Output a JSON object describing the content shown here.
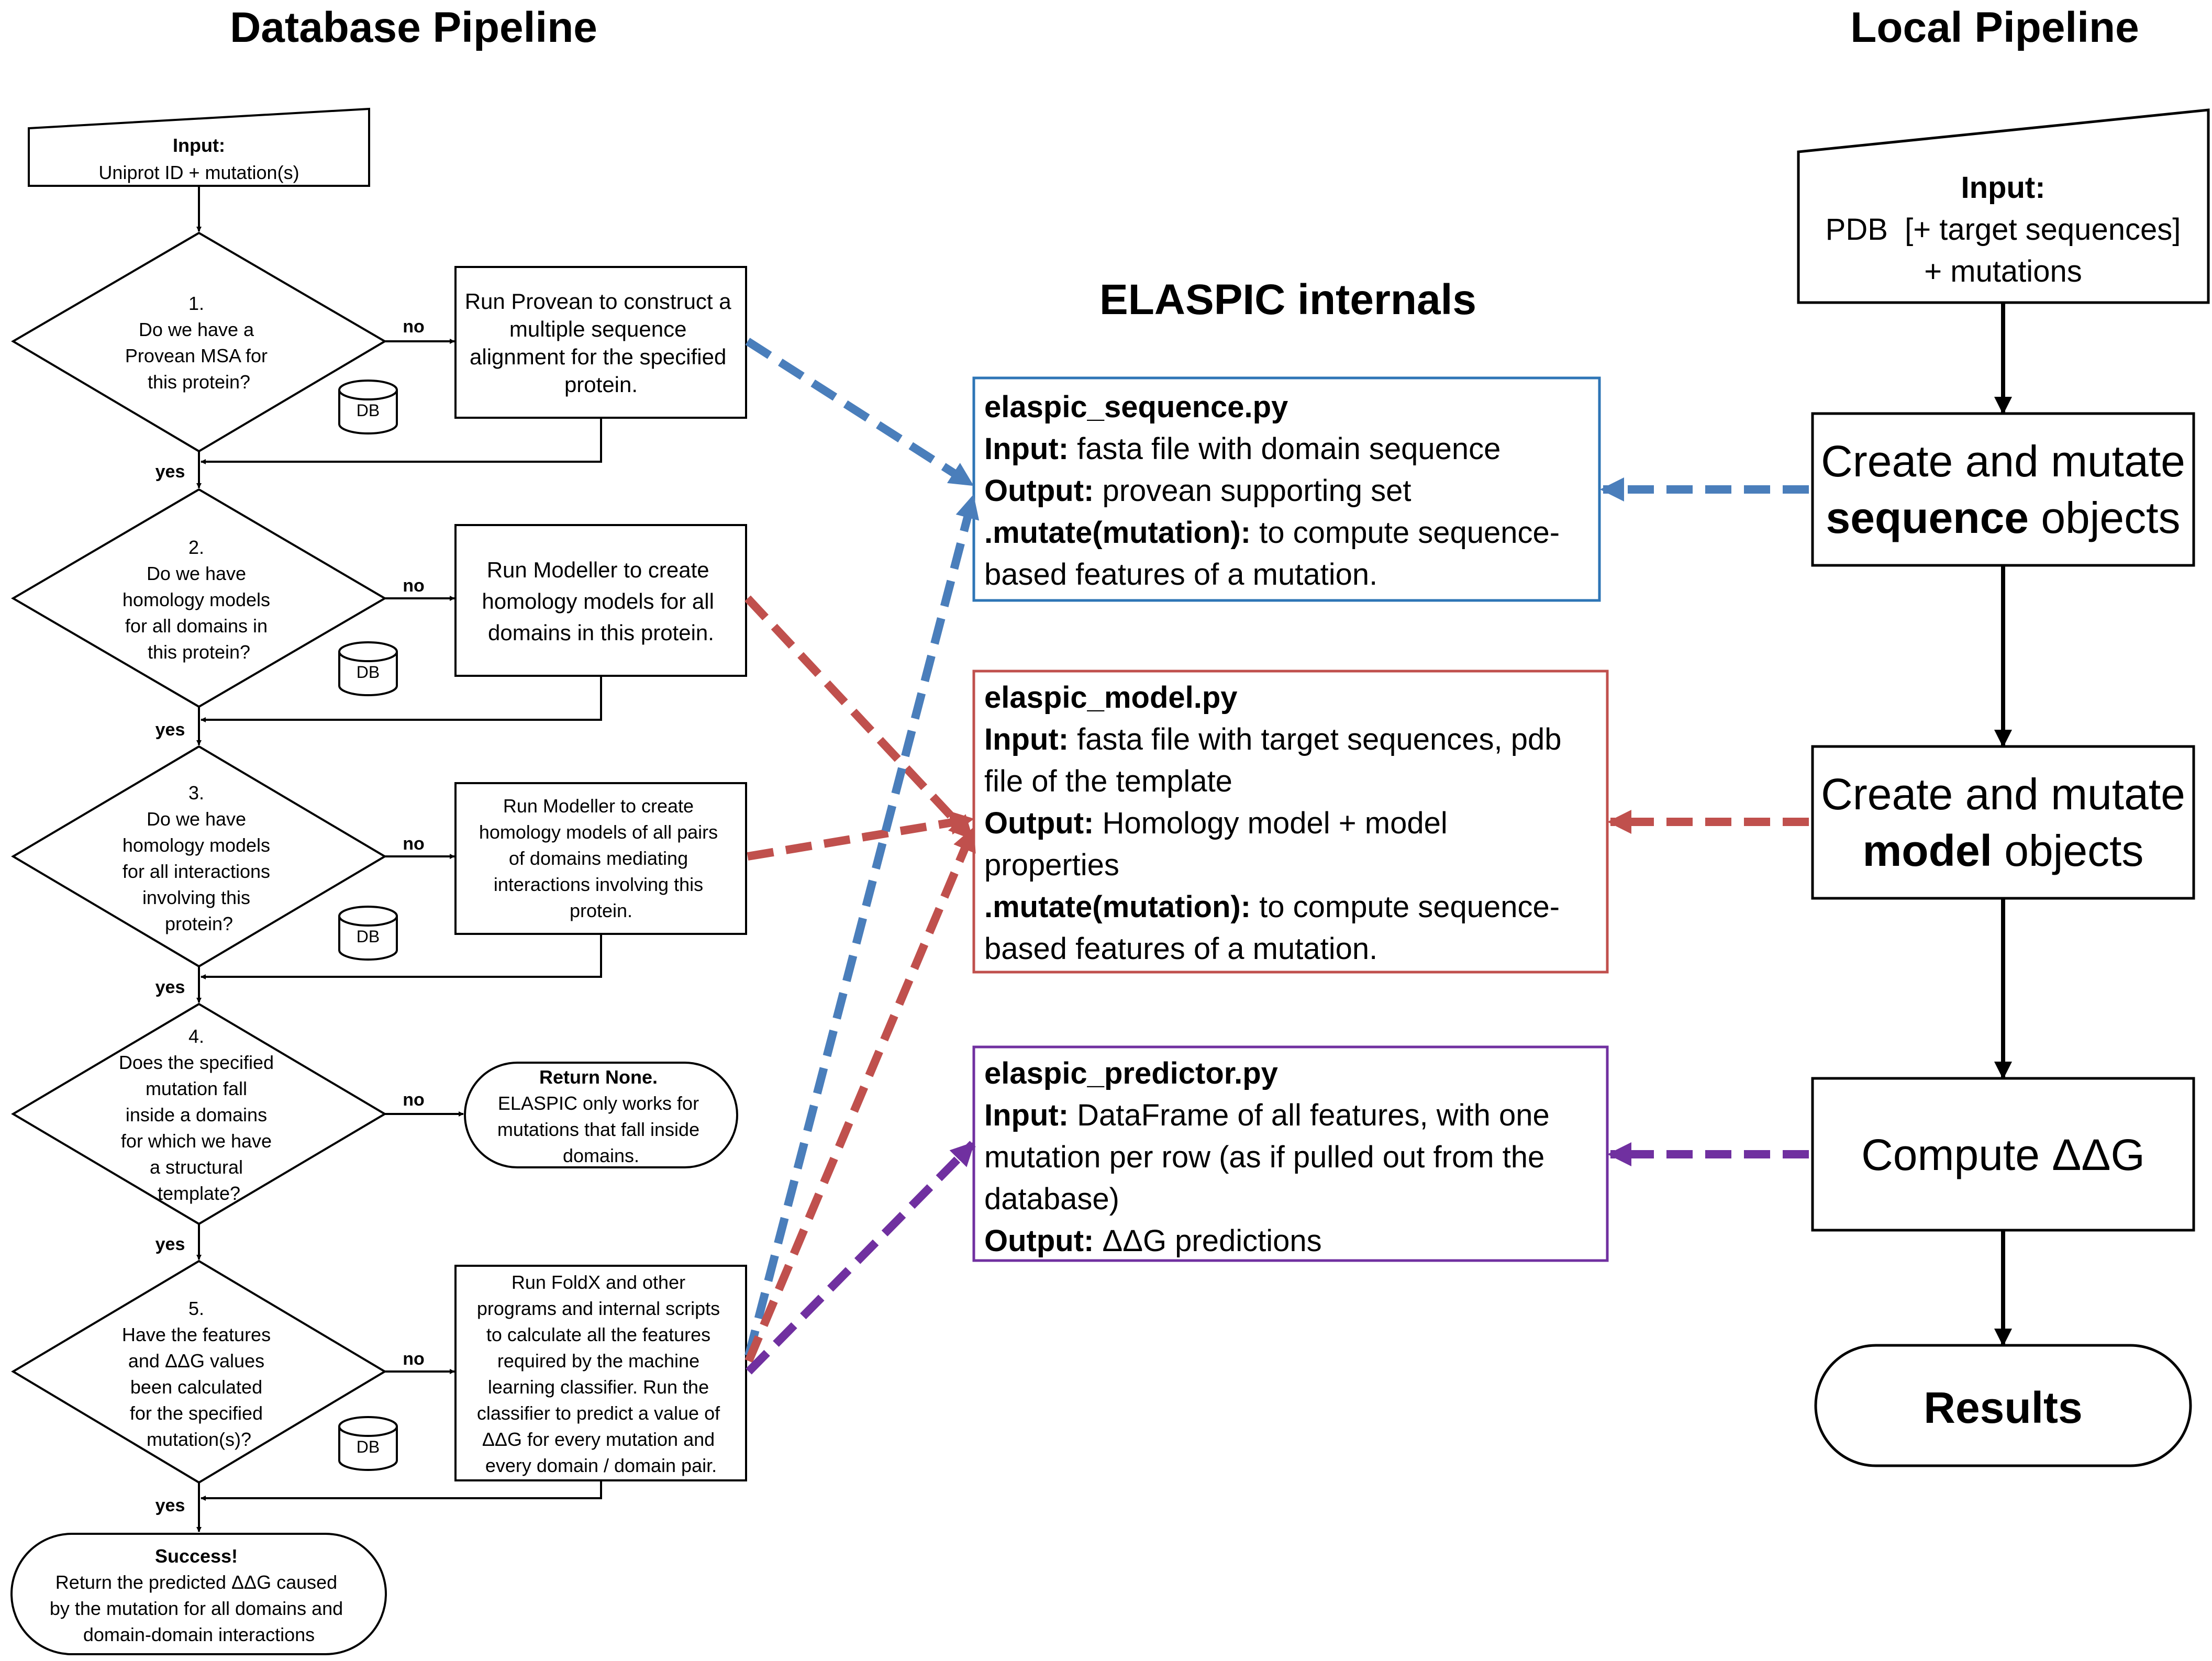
{
  "headings": {
    "database_pipeline": "Database Pipeline",
    "local_pipeline": "Local Pipeline",
    "elaspic_internals": "ELASPIC internals"
  },
  "database_pipeline": {
    "input_title": "Input:",
    "input_body": "Uniprot ID + mutation(s)",
    "decisions": [
      {
        "lines": [
          "1.",
          "Do we have a",
          "Provean MSA for",
          "this protein?"
        ],
        "db": "DB",
        "no": "no",
        "yes": "yes"
      },
      {
        "lines": [
          "2.",
          "Do we have",
          "homology models",
          "for all domains in",
          "this protein?"
        ],
        "db": "DB",
        "no": "no",
        "yes": "yes"
      },
      {
        "lines": [
          "3.",
          "Do we have",
          "homology models",
          "for all interactions",
          "involving this",
          "protein?"
        ],
        "db": "DB",
        "no": "no",
        "yes": "yes"
      },
      {
        "lines": [
          "4.",
          "Does the specified",
          "mutation fall",
          "inside a domains",
          "for which we have",
          "a structural",
          "template?"
        ],
        "no": "no",
        "yes": "yes"
      },
      {
        "lines": [
          "5.",
          "Have the features",
          "and ΔΔG values",
          "been calculated",
          "for the specified",
          "mutation(s)?"
        ],
        "db": "DB",
        "no": "no",
        "yes": "yes"
      }
    ],
    "actions": [
      {
        "lines": [
          "Run Provean to construct a",
          "multiple sequence",
          "alignment for the specified",
          "protein."
        ]
      },
      {
        "lines": [
          "Run Modeller to create",
          "homology models for all",
          "domains in this protein."
        ]
      },
      {
        "lines": [
          "Run Modeller to create",
          "homology models of all pairs",
          "of domains mediating",
          "interactions involving this",
          "protein."
        ]
      },
      {
        "title": "Return None.",
        "lines": [
          "ELASPIC only works for",
          "mutations that fall inside",
          "domains."
        ]
      },
      {
        "lines": [
          "Run FoldX and other",
          "programs and internal scripts",
          "to calculate all the features",
          "required by the machine",
          "learning classifier. Run the",
          "classifier to predict a value of",
          "ΔΔG for every mutation and",
          "every domain / domain pair."
        ]
      }
    ],
    "success_title": "Success!",
    "success_lines": [
      "Return the predicted ΔΔG caused",
      "by the mutation for all domains and",
      "domain-domain interactions"
    ]
  },
  "elaspic_internals": {
    "sequence": {
      "color": "#2e75b6",
      "name": "elaspic_sequence.py",
      "input_label": "Input:",
      "input_text": " fasta file with domain sequence",
      "output_label": "Output:",
      "output_text": " provean supporting set",
      "mutate_label": ".mutate(mutation):",
      "mutate_text": " to compute sequence-",
      "mutate_text2": "based features of a mutation."
    },
    "model": {
      "color": "#c0504d",
      "name": "elaspic_model.py",
      "input_label": "Input:",
      "input_text": " fasta file with target sequences, pdb",
      "input_text2": "file of the template",
      "output_label": "Output:",
      "output_text": " Homology model + model",
      "output_text2": "properties",
      "mutate_label": ".mutate(mutation):",
      "mutate_text": " to compute sequence-",
      "mutate_text2": "based features of a mutation."
    },
    "predictor": {
      "color": "#7030a0",
      "name": "elaspic_predictor.py",
      "input_label": "Input:",
      "input_text": " DataFrame of all features, with one",
      "input_text2": "mutation per row (as if pulled out from the",
      "input_text3": "database)",
      "output_label": "Output:",
      "output_text": " ΔΔG predictions"
    }
  },
  "local_pipeline": {
    "input_title": "Input:",
    "input_line1": "PDB  [+ target sequences]",
    "input_line2": "+ mutations",
    "seq_line1": "Create and mutate",
    "seq_bold": "sequence",
    "seq_rest": " objects",
    "model_line1": "Create and mutate",
    "model_bold": "model",
    "model_rest": " objects",
    "compute": "Compute ΔΔG",
    "results": "Results"
  }
}
